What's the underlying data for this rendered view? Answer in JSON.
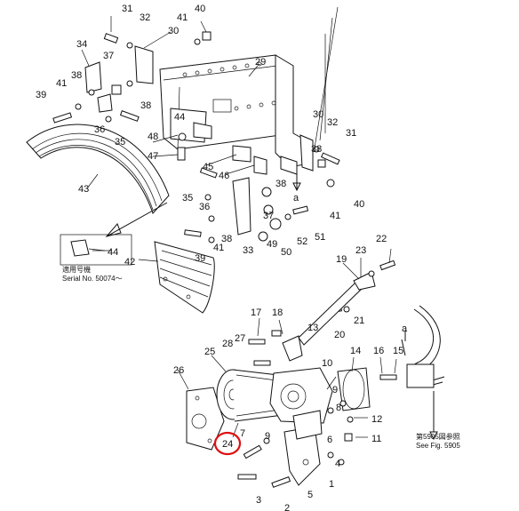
{
  "callouts": {
    "c1": "1",
    "c2": "2",
    "c3": "3",
    "c4": "4",
    "c5": "5",
    "c6": "6",
    "c7": "7",
    "c8": "8",
    "c9": "9",
    "c10": "10",
    "c11": "11",
    "c12": "12",
    "c13": "13",
    "c14": "14",
    "c15": "15",
    "c16": "16",
    "c17": "17",
    "c18": "18",
    "c19": "19",
    "c20": "20",
    "c21": "21",
    "c22": "22",
    "c23": "23",
    "c24": "24",
    "c25": "25",
    "c26": "26",
    "c27": "27",
    "c28": "28",
    "c29": "29",
    "c30a": "30",
    "c30b": "30",
    "c31a": "31",
    "c31b": "31",
    "c32a": "32",
    "c32b": "32",
    "c33": "33",
    "c34": "34",
    "c35a": "35",
    "c35b": "35",
    "c36a": "36",
    "c36b": "36",
    "c37a": "37",
    "c37b": "37",
    "c38a": "38",
    "c38b": "38",
    "c38c": "38",
    "c38d": "38",
    "c39a": "39",
    "c39b": "39",
    "c40a": "40",
    "c40b": "40",
    "c41a": "41",
    "c41b": "41",
    "c41c": "41",
    "c41d": "41",
    "c42": "42",
    "c43": "43",
    "c44a": "44",
    "c44b": "44",
    "c45": "45",
    "c46": "46",
    "c47": "47",
    "c48": "48",
    "c49": "49",
    "c50": "50",
    "c51": "51",
    "c52": "52",
    "ca1": "a",
    "ca2": "a"
  },
  "notes": {
    "serial_jp": "適用号機",
    "serial_en": "Serial  No. 50074～",
    "see_jp": "第5905図参照",
    "see_en": "See  Fig. 5905"
  },
  "highlight_color": "#d11111"
}
